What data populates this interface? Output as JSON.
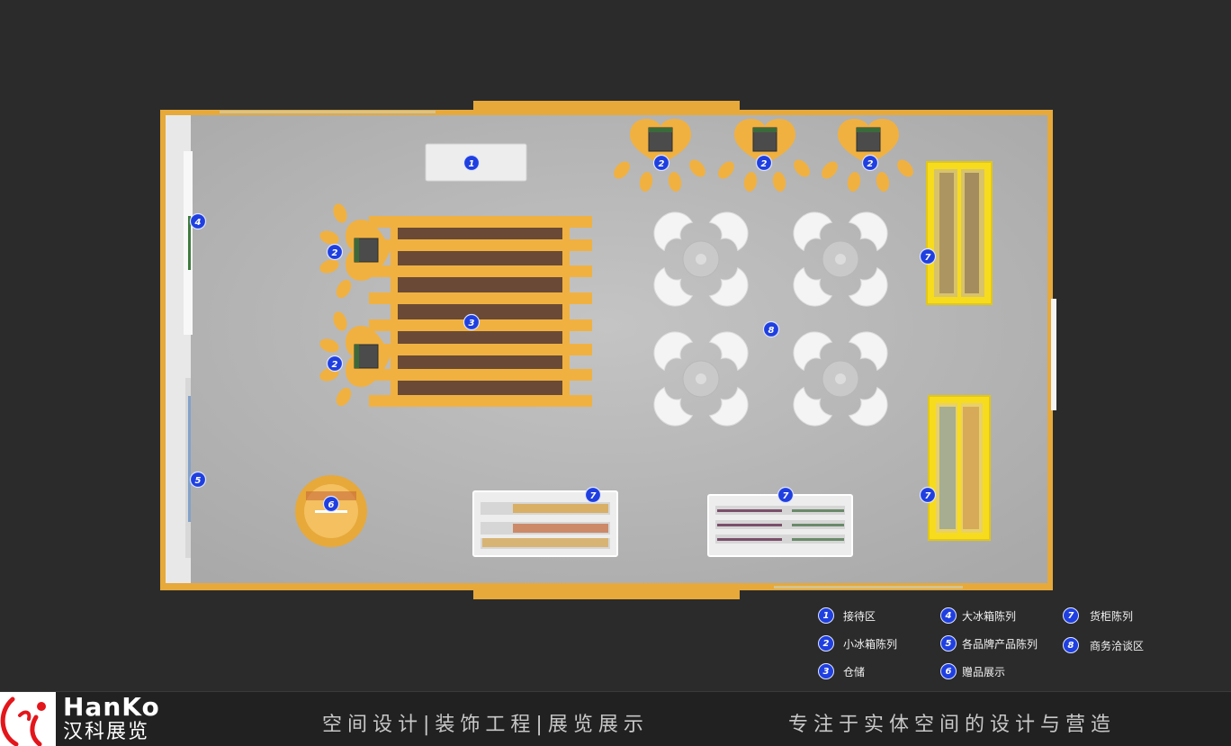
{
  "badges": {
    "reception": "1",
    "small_fridge": "2",
    "storage": "3",
    "large_fridge": "4",
    "brand_products": "5",
    "gift_display": "6",
    "shelf": "7",
    "business_area": "8"
  },
  "legend": [
    {
      "num": "1",
      "label": "接待区"
    },
    {
      "num": "2",
      "label": "小冰箱陈列"
    },
    {
      "num": "3",
      "label": "仓储"
    },
    {
      "num": "4",
      "label": "大冰箱陈列"
    },
    {
      "num": "5",
      "label": "各品牌产品陈列"
    },
    {
      "num": "6",
      "label": "赠品展示"
    },
    {
      "num": "7",
      "label": "货柜陈列"
    },
    {
      "num": "8",
      "label": "商务洽谈区"
    }
  ],
  "footer": {
    "logo_en": "HanKo",
    "logo_cn": "汉科展览",
    "slogan_left": "空间设计|装饰工程|展览展示",
    "slogan_right": "专注于实体空间的设计与营造"
  },
  "colors": {
    "frame": "#e6a93a",
    "floor": "#b8b8b8",
    "wood": "#f0b141",
    "shelf_yellow": "#f7dc1e",
    "badge": "#1f3fe0"
  }
}
